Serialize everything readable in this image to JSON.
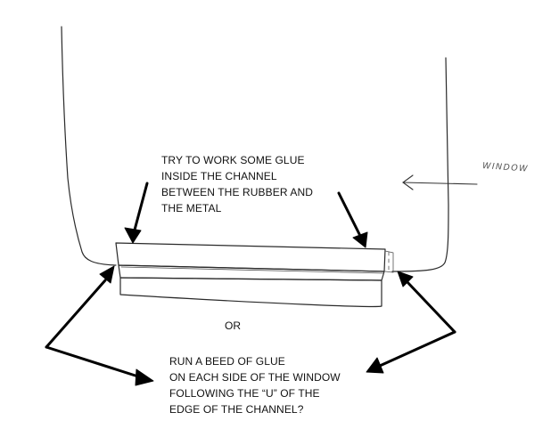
{
  "notes": {
    "top": [
      "TRY TO WORK SOME GLUE",
      "INSIDE THE CHANNEL",
      "BETWEEN THE RUBBER AND",
      "THE METAL"
    ],
    "or": "OR",
    "bottom": [
      "RUN A BEED OF GLUE",
      "ON EACH SIDE OF THE WINDOW",
      "FOLLOWING THE “U” OF THE",
      "EDGE OF THE CHANNEL?"
    ]
  },
  "labels": {
    "window": "WINDOW"
  }
}
